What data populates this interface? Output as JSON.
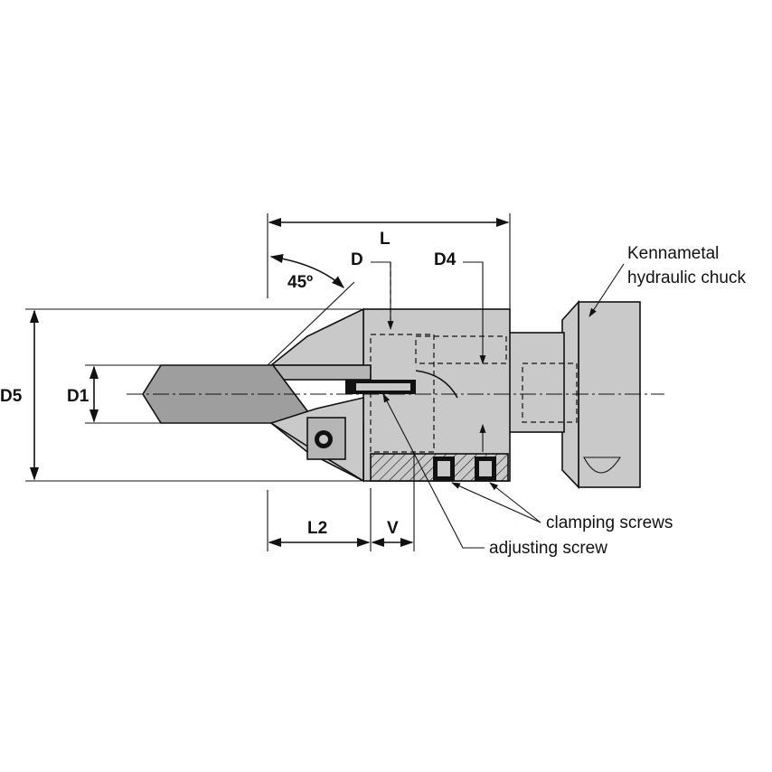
{
  "dimensions": {
    "L": "L",
    "D": "D",
    "D4": "D4",
    "D5": "D5",
    "D1": "D1",
    "L2": "L2",
    "V": "V",
    "angle": "45º"
  },
  "callouts": {
    "chuck_line1": "Kennametal",
    "chuck_line2": "hydraulic chuck",
    "clamping_screws": "clamping screws",
    "adjusting_screw": "adjusting screw"
  },
  "colors": {
    "body": "#c9c9c9",
    "drill": "#9e9e9e",
    "outline": "#111111"
  }
}
